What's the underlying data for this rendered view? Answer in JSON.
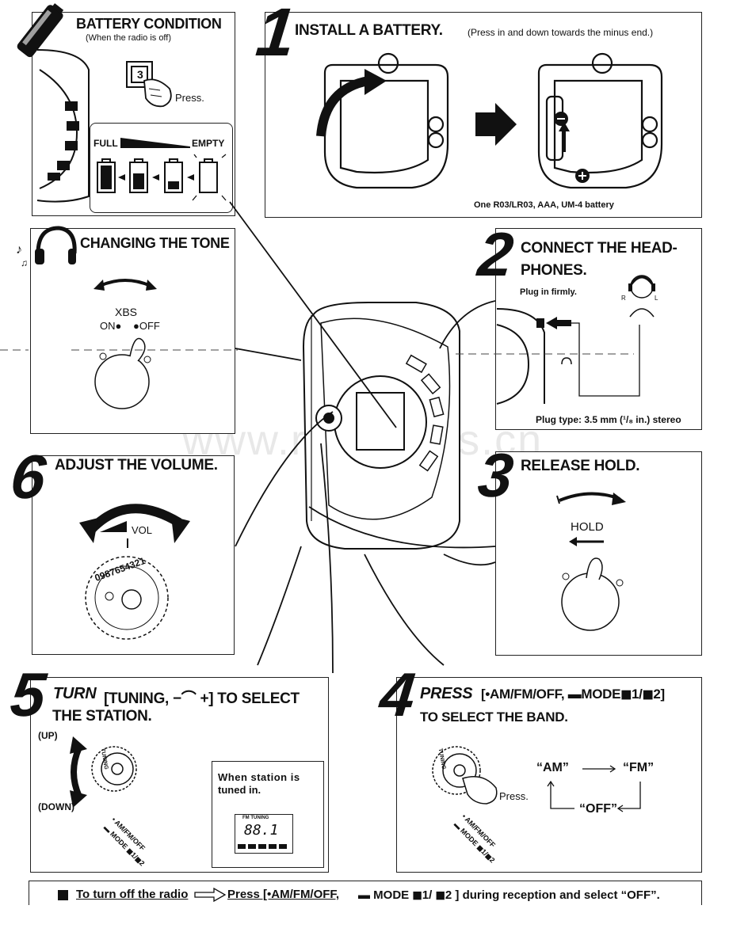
{
  "watermark": "www.radiofans.cn",
  "battery_condition": {
    "title": "BATTERY CONDITION",
    "subtitle": "(When the radio is off)",
    "button_key": "3",
    "press": "Press.",
    "full": "FULL",
    "empty": "EMPTY"
  },
  "step1": {
    "number": "1",
    "title": "INSTALL A BATTERY.",
    "note": "(Press in and down towards the minus end.)",
    "battery_note": "One R03/LR03, AAA, UM-4 battery"
  },
  "changing_tone": {
    "title": "CHANGING THE TONE",
    "xbs": "XBS",
    "on": "ON●",
    "off": "●OFF"
  },
  "step2": {
    "number": "2",
    "title_line1": "CONNECT THE HEAD-",
    "title_line2": "PHONES.",
    "plug_in": "Plug in firmly.",
    "r": "R",
    "l": "L",
    "plug_type": "Plug type: 3.5 mm (¹/₈ in.) stereo"
  },
  "step6": {
    "number": "6",
    "title": "ADJUST THE VOLUME.",
    "vol": "VOL",
    "dial_numbers": "0987654321"
  },
  "step3": {
    "number": "3",
    "title": "RELEASE HOLD.",
    "hold": "HOLD"
  },
  "step5": {
    "number": "5",
    "title_turn": "TURN",
    "title_rest": "[TUNING, −⌒ +] TO SELECT",
    "title_line2": "THE STATION.",
    "up": "(UP)",
    "down": "(DOWN)",
    "dial_label": "TUNING",
    "station_text_line1": "When station is",
    "station_text_line2": "tuned in.",
    "lcd_label": "FM TUNING",
    "lcd_value": "88.1",
    "button_label_line1": "• AM/FM/OFF",
    "button_label_line2": "▬ MODE ◼1/◼2"
  },
  "step4": {
    "number": "4",
    "title_press": "PRESS",
    "title_rest": "[•AM/FM/OFF,  ▬MODE◼1/◼2]",
    "title_line2": "TO SELECT THE BAND.",
    "am": "“AM”",
    "fm": "“FM”",
    "off": "“OFF”",
    "press": "Press.",
    "dial_label": "TUNING",
    "button_label_line1": "• AM/FM/OFF",
    "button_label_line2": "▬ MODE ◼1/◼2"
  },
  "footer": {
    "prefix": "To turn off the radio",
    "press_part": "Press [•AM/FM/OFF,",
    "mode_part": "▬ MODE ◼1/ ◼2 ] during reception and select “OFF”."
  }
}
